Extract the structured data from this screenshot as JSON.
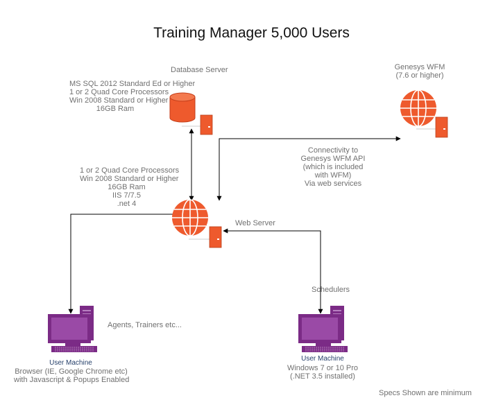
{
  "title": "Training Manager 5,000 Users",
  "colors": {
    "server_orange": "#ee5a2d",
    "machine_purple": "#7b2b86",
    "user_machine_label": "#27416b",
    "connector": "#000000",
    "text_gray": "#707070"
  },
  "nodes": {
    "database_server": {
      "label": "Database Server",
      "specs": [
        "MS SQL 2012 Standard Ed or Higher",
        "1 or 2 Quad Core Processors",
        "Win 2008 Standard or Higher",
        "16GB Ram"
      ],
      "icon": "database-icon"
    },
    "genesys_wfm": {
      "label_lines": [
        "Genesys WFM",
        "(7.6 or higher)"
      ],
      "icon": "globe-icon"
    },
    "web_server": {
      "label": "Web Server",
      "specs": [
        "1 or 2 Quad Core Processors",
        "Win 2008 Standard or Higher",
        "16GB Ram",
        "IIS 7/7.5",
        ".net 4"
      ],
      "icon": "globe-icon"
    },
    "connectivity_note": [
      "Connectivity to",
      "Genesys WFM API",
      "(which is included",
      "with WFM)",
      "Via web services"
    ],
    "agents": {
      "caption": "Agents, Trainers etc...",
      "machine_label": "User Machine",
      "specs": [
        "Browser (IE, Google Chrome etc)",
        "with Javascript & Popups Enabled"
      ],
      "icon": "computer-icon"
    },
    "schedulers": {
      "caption": "Schedulers",
      "machine_label": "User Machine",
      "specs": [
        "Windows 7 or 10 Pro",
        "(.NET 3.5 installed)"
      ],
      "icon": "computer-icon"
    }
  },
  "footnote": "Specs Shown are minimum"
}
